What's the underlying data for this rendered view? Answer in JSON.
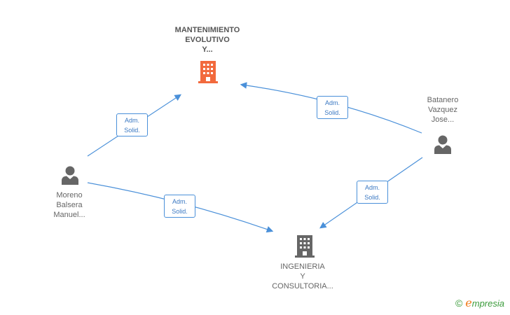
{
  "nodes": {
    "company_main": {
      "label": "MANTENIMIENTO\nEVOLUTIVO\nY...",
      "icon": "building-icon",
      "color": "#f26a3d"
    },
    "company_ing": {
      "label": "INGENIERIA\nY\nCONSULTORIA...",
      "icon": "building-icon",
      "color": "#666666"
    },
    "person_moreno": {
      "label": "Moreno\nBalsera\nManuel...",
      "icon": "person-icon"
    },
    "person_batanero": {
      "label": "Batanero\nVazquez\nJose...",
      "icon": "person-icon"
    }
  },
  "edges": [
    {
      "from": "person_moreno",
      "to": "company_main",
      "label": "Adm.\nSolid."
    },
    {
      "from": "person_batanero",
      "to": "company_main",
      "label": "Adm.\nSolid."
    },
    {
      "from": "person_moreno",
      "to": "company_ing",
      "label": "Adm.\nSolid."
    },
    {
      "from": "person_batanero",
      "to": "company_ing",
      "label": "Adm.\nSolid."
    }
  ],
  "colors": {
    "edge": "#4a90d9",
    "person": "#666666"
  },
  "brand": {
    "copyright": "©",
    "e": "e",
    "rest": "mpresia"
  }
}
